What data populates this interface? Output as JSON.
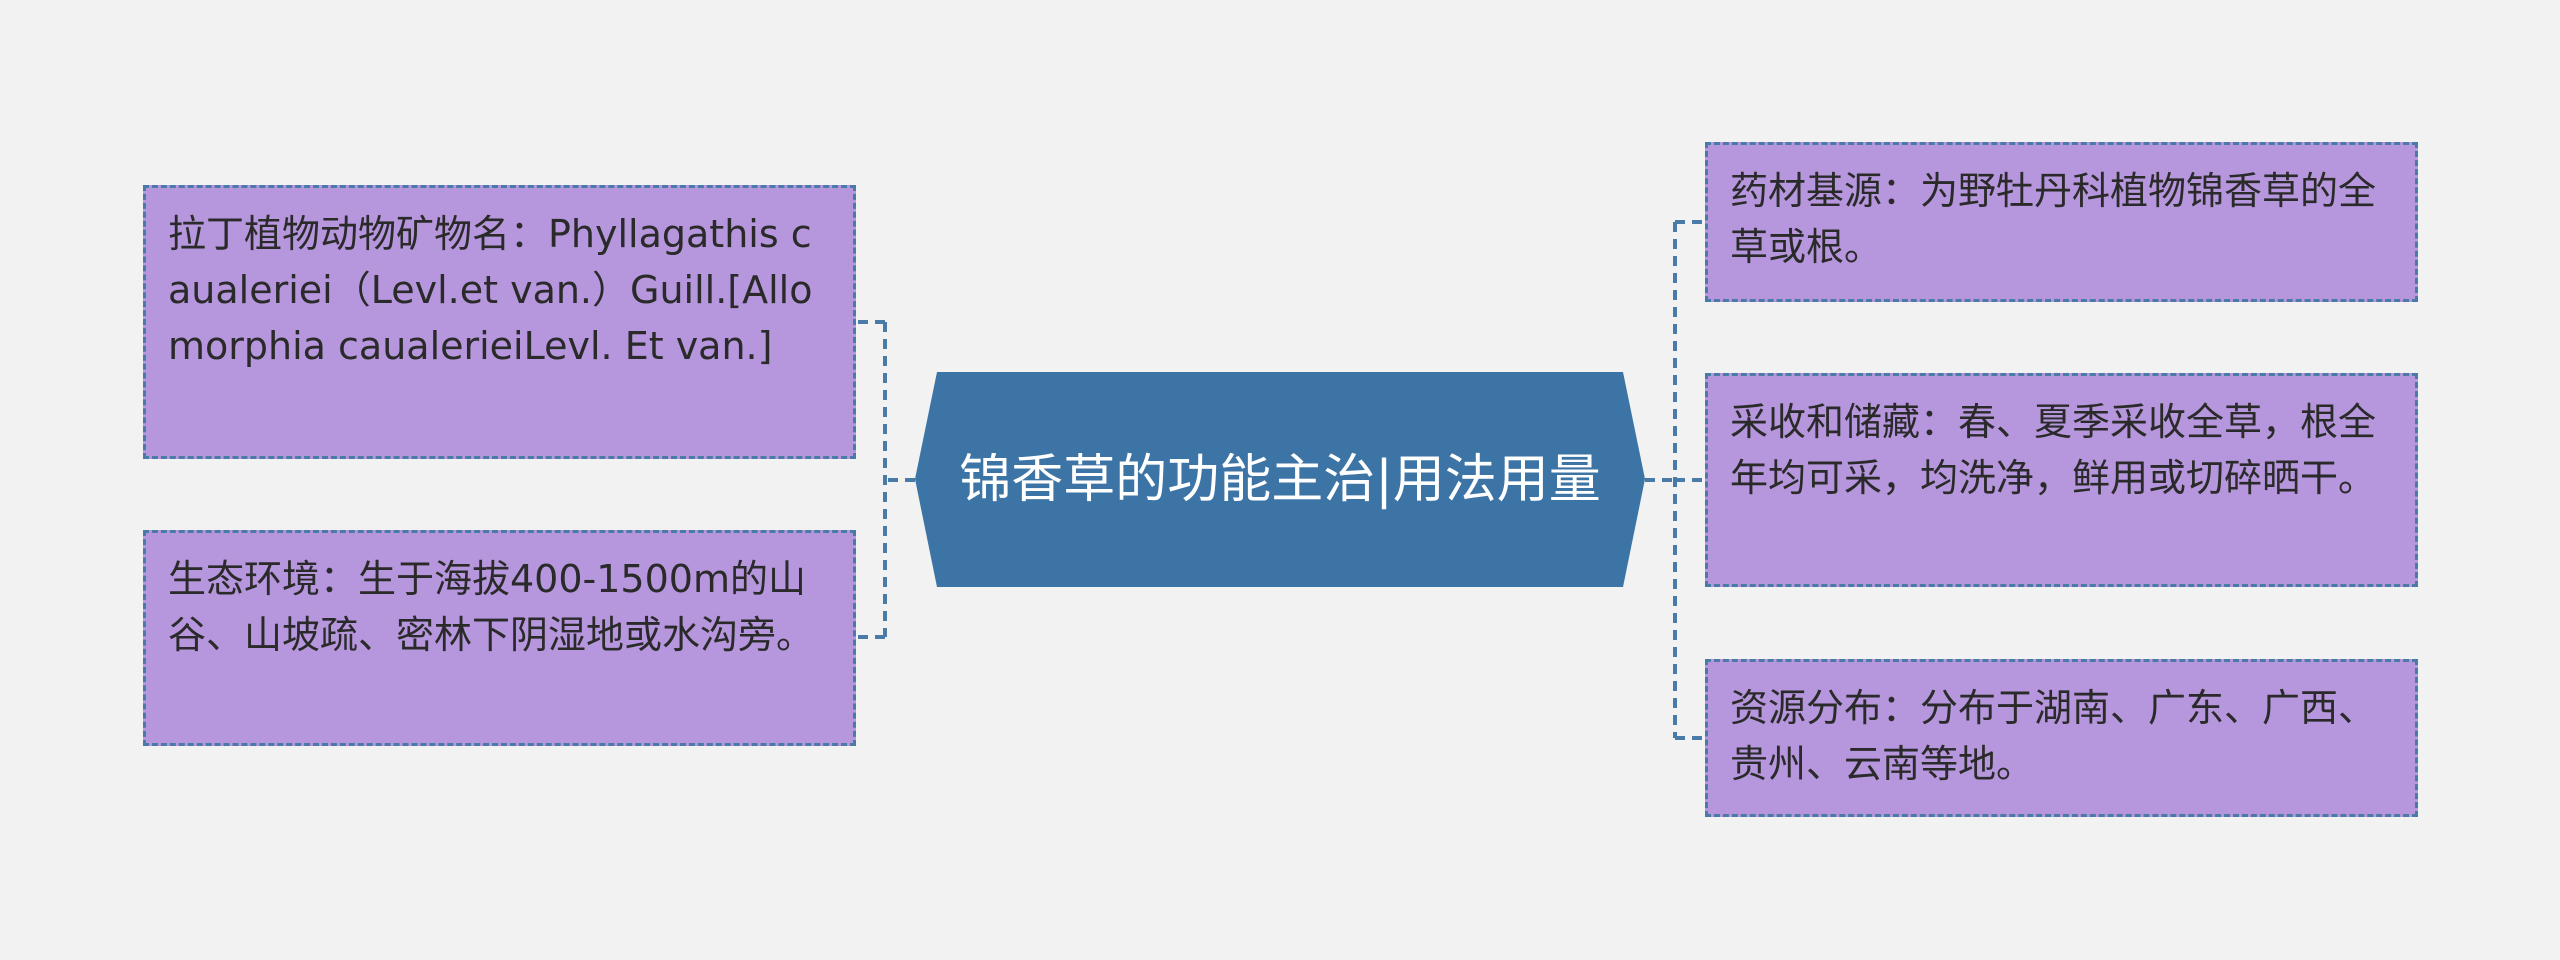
{
  "colors": {
    "background": "#f2f2f2",
    "central_fill": "#3d74a6",
    "central_text": "#ffffff",
    "node_fill": "#b696dc",
    "node_border": "#4a7aa8",
    "connector": "#4a7aa8",
    "node_text": "#2a2a2a"
  },
  "central": {
    "title": "锦香草的功能主治|用法用量"
  },
  "left_nodes": [
    {
      "text": "拉丁植物动物矿物名：Phyllagathis caualeriei（Levl.et van.）Guill.[Allomorphia caualerieiLevl. Et van.]"
    },
    {
      "text": "生态环境：生于海拔400-1500m的山谷、山坡疏、密林下阴湿地或水沟旁。"
    }
  ],
  "right_nodes": [
    {
      "text": "药材基源：为野牡丹科植物锦香草的全草或根。"
    },
    {
      "text": "采收和储藏：春、夏季采收全草，根全年均可采，均洗净，鲜用或切碎晒干。"
    },
    {
      "text": "资源分布：分布于湖南、广东、广西、贵州、云南等地。"
    }
  ]
}
